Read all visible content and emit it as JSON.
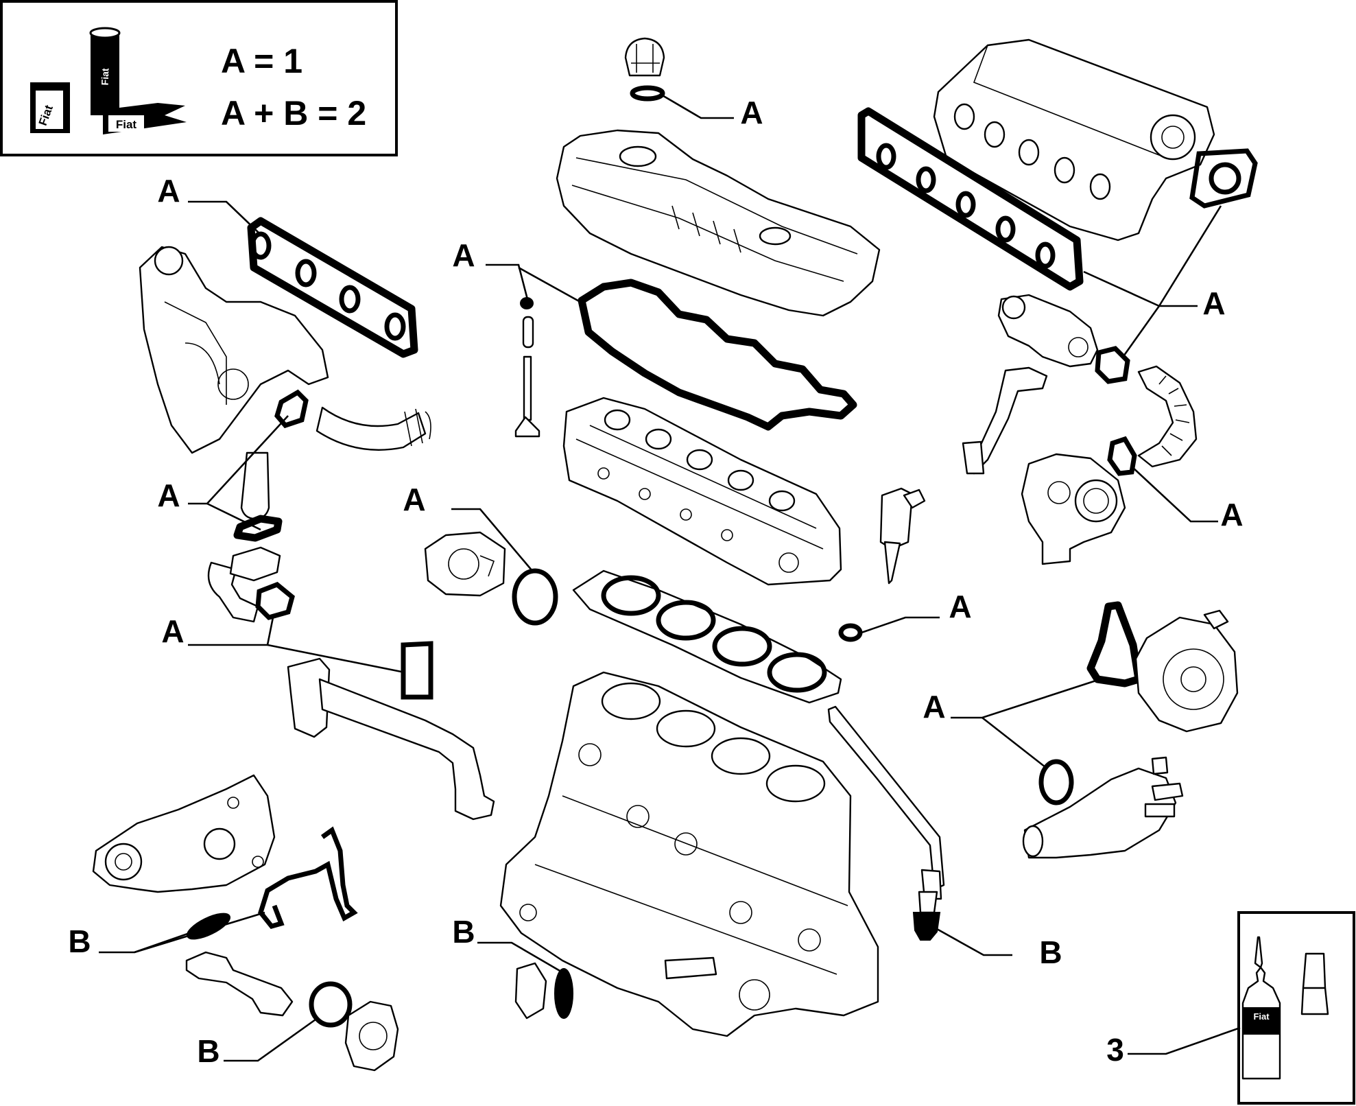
{
  "legend": {
    "line_a": "A = 1",
    "line_ab": "A + B = 2",
    "kit_brand": "Fiat"
  },
  "callouts": {
    "a": "A",
    "b": "B",
    "three": "3"
  },
  "icons": [
    "gasket-kit-icon",
    "sealant-bottle-icon"
  ]
}
